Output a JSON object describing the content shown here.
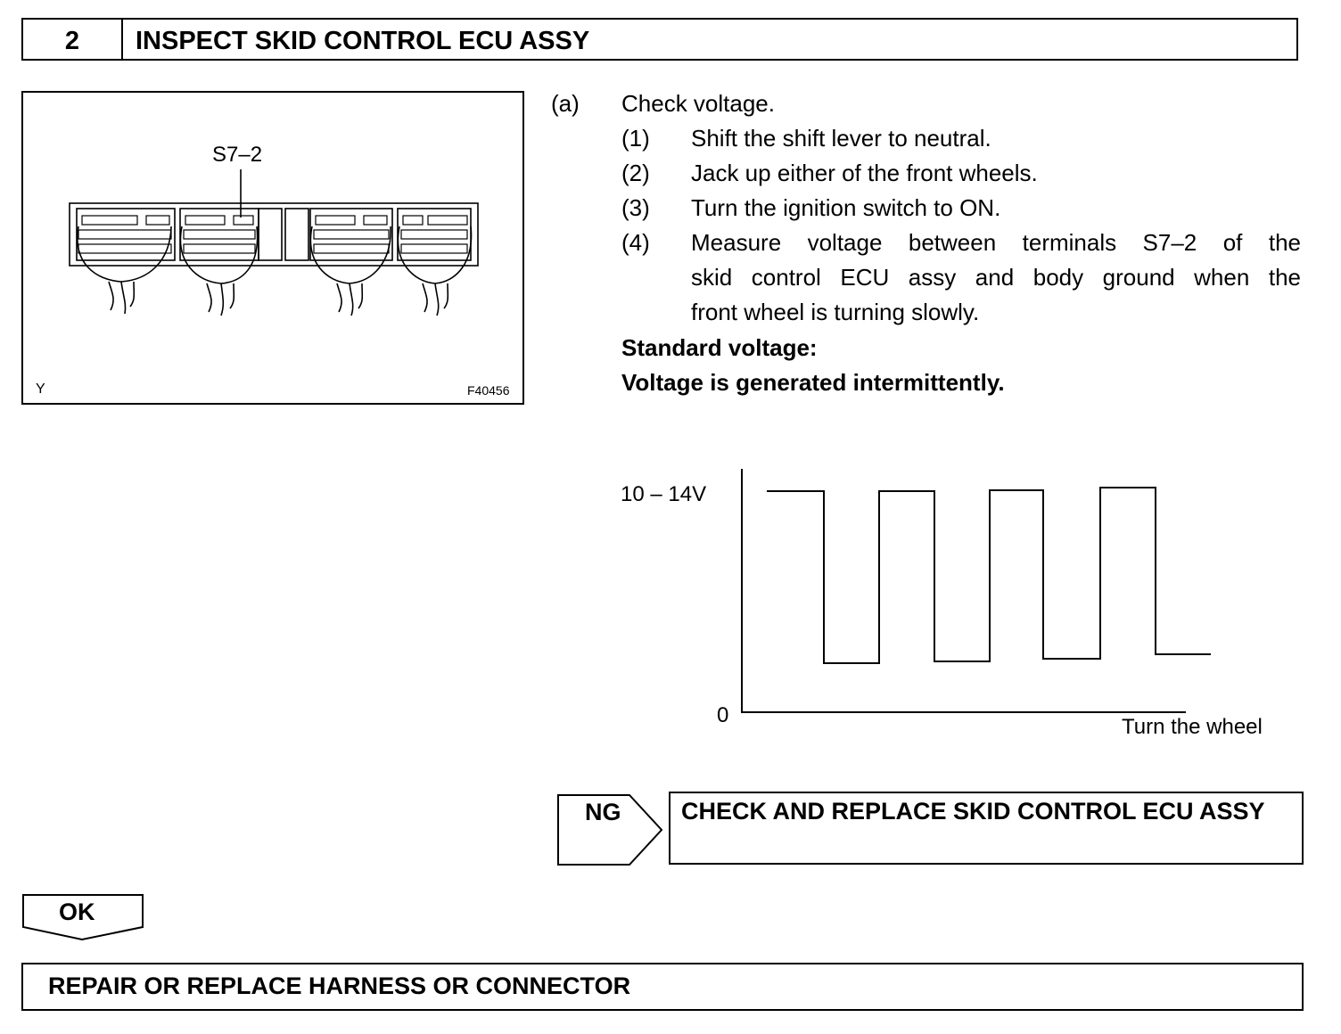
{
  "step": {
    "number": "2",
    "title": "INSPECT SKID CONTROL ECU ASSY"
  },
  "figure": {
    "terminal_label": "S7–2",
    "corner_left": "Y",
    "figure_id": "F40456"
  },
  "instructions": {
    "a_marker": "(a)",
    "a_text": "Check voltage.",
    "steps": [
      {
        "marker": "(1)",
        "text": "Shift the shift lever to neutral."
      },
      {
        "marker": "(2)",
        "text": "Jack up either of the front wheels."
      },
      {
        "marker": "(3)",
        "text": "Turn the ignition switch to ON."
      },
      {
        "marker": "(4)",
        "line1": "Measure voltage between terminals S7–2 of the",
        "line2": "skid control ECU assy and body ground when the",
        "line3": "front wheel is turning slowly."
      }
    ],
    "standard_label": "Standard voltage:",
    "standard_value": "Voltage is generated intermittently."
  },
  "waveform": {
    "high_label": "10 – 14V",
    "zero_label": "0",
    "xlabel": "Turn the wheel"
  },
  "ng": {
    "label": "NG",
    "result": "CHECK AND REPLACE SKID CONTROL ECU ASSY"
  },
  "ok": {
    "label": "OK"
  },
  "final": {
    "text": "REPAIR OR REPLACE HARNESS OR CONNECTOR"
  }
}
